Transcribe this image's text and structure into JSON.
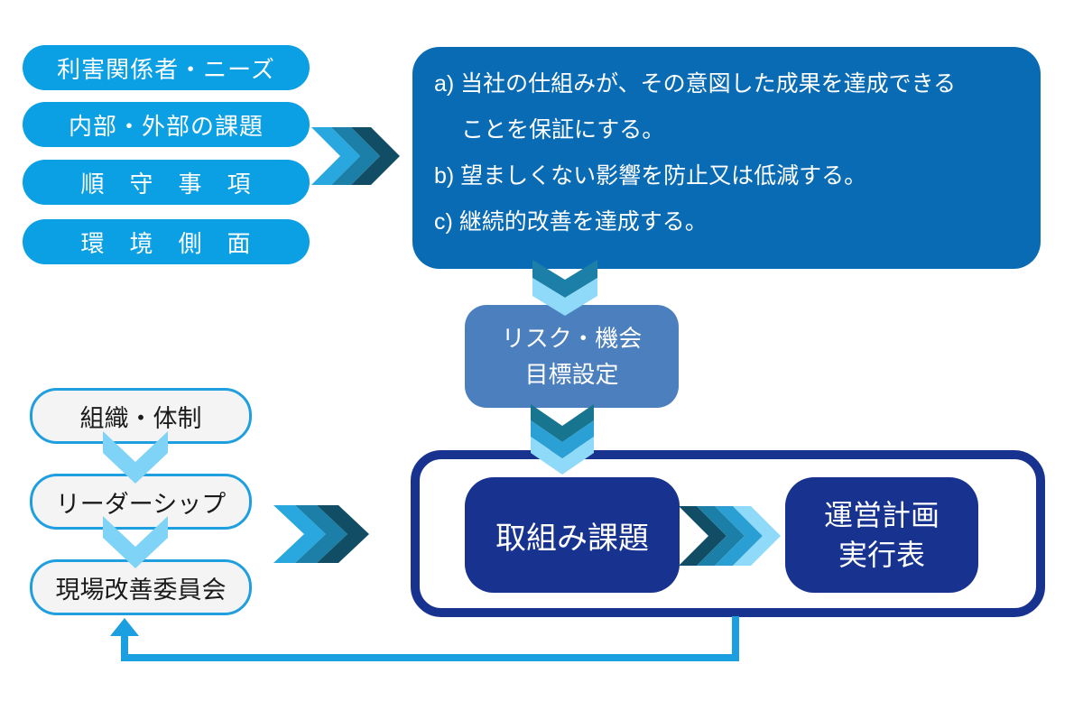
{
  "inputs": {
    "items": [
      "利害関係者・ニーズ",
      "内部・外部の課題",
      "順　守　事　項",
      "環　境　側　面"
    ]
  },
  "objectives": {
    "line_a1": "a) 当社の仕組みが、その意図した成果を達成できる",
    "line_a2": "ことを保証にする。",
    "line_b": "b) 望ましくない影響を防止又は低減する。",
    "line_c": "c) 継続的改善を達成する。"
  },
  "risk": {
    "line1": "リスク・機会",
    "line2": "目標設定"
  },
  "action": {
    "label": "取組み課題"
  },
  "plan": {
    "line1": "運営計画",
    "line2": "実行表"
  },
  "organization": {
    "items": [
      "組織・体制",
      "リーダーシップ",
      "現場改善委員会"
    ]
  },
  "palette": {
    "cyan_pill": "#0B9FE3",
    "objectives_blue": "#0A6BB5",
    "risk_blue": "#4C7FBE",
    "navy": "#17338F",
    "feedback_blue": "#1B9FE0",
    "chevron_light": "#8EDAF8",
    "chevron_cyan": "#2A9FD4",
    "chevron_medium": "#1C7FA8",
    "chevron_dark": "#114E66",
    "org_border_blue": "#1F9FE0",
    "org_fill": "#F4F4F4"
  }
}
